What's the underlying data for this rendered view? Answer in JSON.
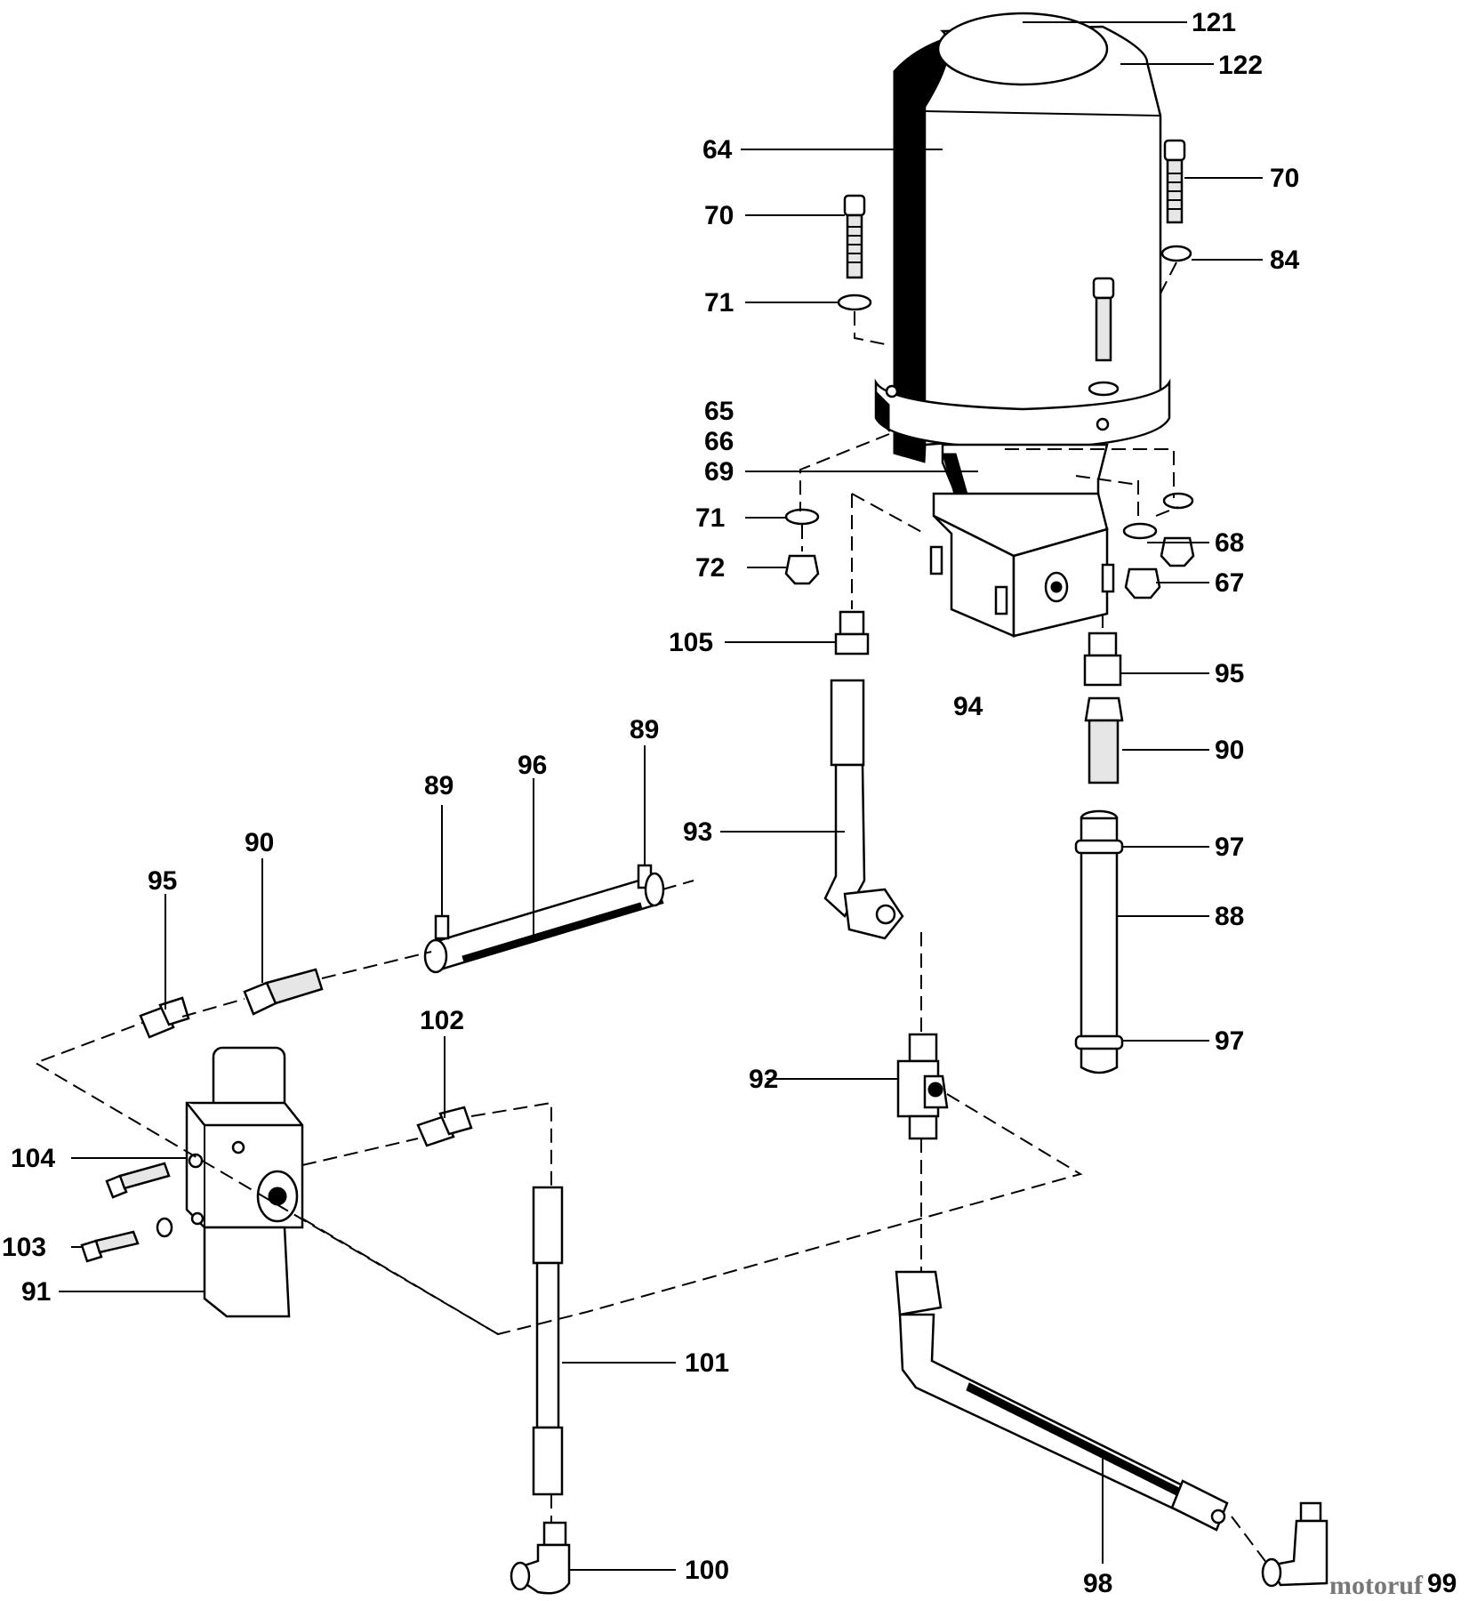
{
  "labels": {
    "l121": "121",
    "l122": "122",
    "l64": "64",
    "l70a": "70",
    "l70b": "70",
    "l84": "84",
    "l71a": "71",
    "l65": "65",
    "l66": "66",
    "l69": "69",
    "l71b": "71",
    "l72": "72",
    "l68": "68",
    "l67": "67",
    "l105": "105",
    "l95a": "95",
    "l94": "94",
    "l90a": "90",
    "l89a": "89",
    "l96": "96",
    "l89b": "89",
    "l93": "93",
    "l97a": "97",
    "l95b": "95",
    "l90b": "90",
    "l88": "88",
    "l97b": "97",
    "l102": "102",
    "l92": "92",
    "l104": "104",
    "l103": "103",
    "l91": "91",
    "l101": "101",
    "l100": "100",
    "l98": "98",
    "l99": "99"
  },
  "watermark": "motoruf"
}
